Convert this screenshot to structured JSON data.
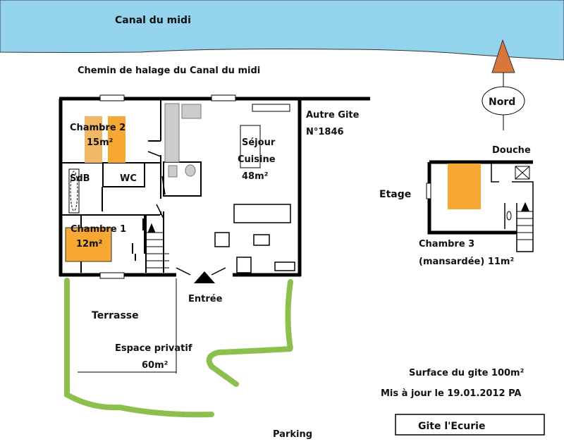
{
  "canal": "Canal du midi",
  "chemin": "Chemin de halage du Canal du midi",
  "north": "Nord",
  "autre_gite": [
    "Autre Gite",
    "N°1846"
  ],
  "rooms": {
    "chambre2": {
      "name": "Chambre 2",
      "area": "15m²"
    },
    "sdb": "SdB",
    "wc": "WC",
    "chambre1": {
      "name": "Chambre 1",
      "area": "12m²"
    },
    "sejour": {
      "name1": "Séjour",
      "name2": "Cuisine",
      "area": "48m²"
    }
  },
  "entree": "Entrée",
  "terrasse": "Terrasse",
  "espace": {
    "name": "Espace privatif",
    "area": "60m²"
  },
  "etage": {
    "label": "Etage",
    "douche": "Douche",
    "chambre3": "Chambre 3",
    "chambre3_detail": "(mansardée) 11m²"
  },
  "surface": "Surface du gite 100m²",
  "maj": "Mis à jour le 19.01.2012 PA",
  "parking": "Parking",
  "title": "Gite l'Ecurie",
  "colors": {
    "water": "#93d4ec",
    "bed": "#f7a833",
    "hedge": "#8cbf4e",
    "arrow": "#d9773a"
  }
}
